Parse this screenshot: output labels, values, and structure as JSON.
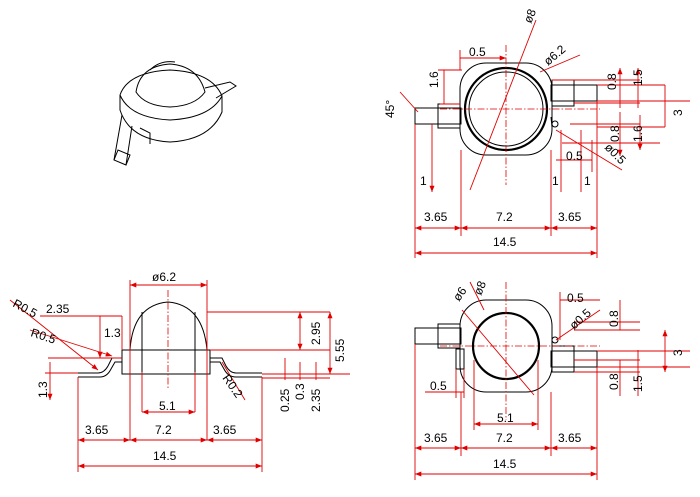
{
  "views": {
    "iso": {
      "name": "isometric-view"
    },
    "top_right": {
      "labels": {
        "phi8": "ø8",
        "phi62": "ø6.2",
        "d05_top": "0.5",
        "d16_left": "1.6",
        "angle45": "45°",
        "d08_right": "0.8",
        "d15_right": "1.5",
        "d3_right": "3",
        "d08_mid": "0.8",
        "d16_right": "1.6",
        "d05_mid": "0.5",
        "phi05": "ø0.5",
        "d1_left": "1",
        "d1_mid": "1",
        "d1_right": "1",
        "w365_left": "3.65",
        "w72": "7.2",
        "w365_right": "3.65",
        "w145": "14.5"
      }
    },
    "side": {
      "labels": {
        "phi62": "ø6.2",
        "r05_a": "R0.5",
        "d235_top": "2.35",
        "d13_mid": "1.3",
        "r05_b": "R0.5",
        "d13_left": "1.3",
        "d295": "2.95",
        "d555": "5.55",
        "d51": "5.1",
        "r02": "R0.2",
        "d025": "0.25",
        "d03": "0.3",
        "d235_bot": "2.35",
        "w365_left": "3.65",
        "w72": "7.2",
        "w365_right": "3.65",
        "w145": "14.5"
      }
    },
    "bottom": {
      "labels": {
        "phi8": "ø8",
        "phi6": "ø6",
        "d05_top": "0.5",
        "phi05": "ø0.5",
        "d08_top": "0.8",
        "d3": "3",
        "d05_left": "0.5",
        "d08_bot": "0.8",
        "d15": "1.5",
        "d51": "5.1",
        "w365_left": "3.65",
        "w72": "7.2",
        "w365_right": "3.65",
        "w145": "14.5"
      }
    }
  }
}
